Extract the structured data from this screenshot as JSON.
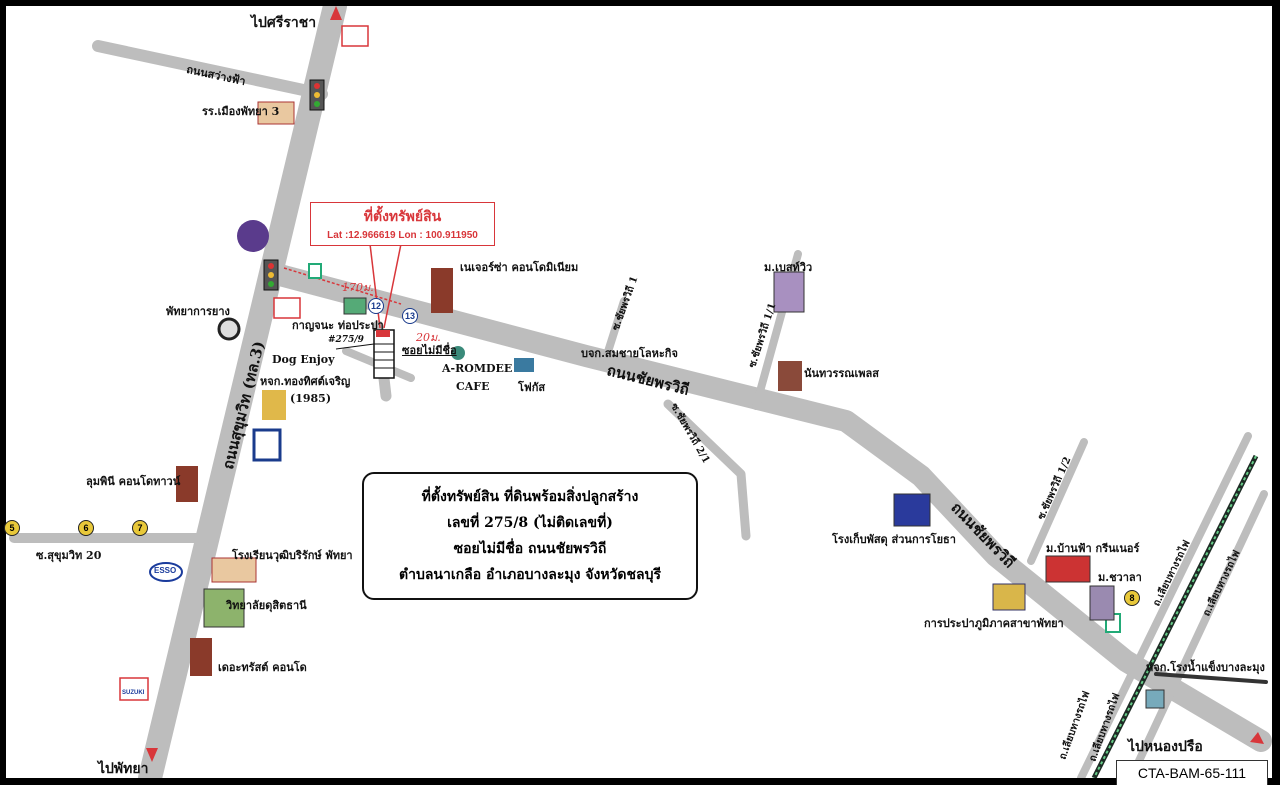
{
  "directions": {
    "north": "ไปศรีราชา",
    "south": "ไปพัทยา",
    "east": "ไปหนองปรือ"
  },
  "roads": {
    "sukhumvit": "ถนนสุขุมวิท (ทล.3)",
    "sawangfa": "ถนนสว่างฟ้า",
    "chaiyapruek": "ถนนชัยพรวิถี",
    "chaiyapruek2": "ถนนชัยพรวิถี",
    "soi1": "ซ.ชัยพรวิถี 1",
    "soi1_1": "ซ.ชัยพรวิถี 1/1",
    "soi2_1": "ซ.ชัยพรวิถี 2/1",
    "soi1_2": "ซ.ชัยพรวิถี 1/2",
    "sukhumvit20": "ซ.สุขุมวิท 20",
    "soi_unnamed": "ซอยไม่มีชื่อ",
    "rail1": "ถ.เลียบทางรถไฟ",
    "rail2": "ถ.เลียบทางรถไฟ",
    "rail3": "ถ.เลียบทางรถไฟ",
    "rail4": "ถ.เลียบทางรถไฟ"
  },
  "location": {
    "title": "ที่ตั้งทรัพย์สิน",
    "coords": "Lat :12.966619  Lon : 100.911950",
    "house_no": "#275/9",
    "dist_170": "170ม.",
    "dist_20": "20ม."
  },
  "landmarks": {
    "school3": "รร.เมืองพัทยา 3",
    "tyre": "พัทยาการยาง",
    "kanchana": "กาญจนะ ท่อประปา",
    "dog": "Dog Enjoy",
    "thongthit": "หจก.ทองทิศต์เจริญ",
    "thongthit_year": "(1985)",
    "nature": "เนเจอร์ซ่า คอนโดมิเนียม",
    "aromdee": "A-ROMDEE",
    "cafe": "CAFE",
    "focus": "โฟกัส",
    "sombat": "บจก.สมชายโลหะกิจ",
    "baan_view": "ม.เบสท์วิว",
    "nanthawan": "นันทวรรณเพลส",
    "lumpini": "ลุมพินี คอนโดทาวน์",
    "school_wut": "โรงเรียนวุฒิบริรักษ์ พัทยา",
    "college": "วิทยาลัยดุสิตธานี",
    "trust": "เดอะทรัสต์ คอนโด",
    "warehouse": "โรงเก็บพัสดุ ส่วนการโยธา",
    "baanfa": "ม.บ้านฟ้า กรีนเนอร์",
    "chawala": "ม.ชวาลา",
    "waterworks": "การประปาภูมิภาคสาขาพัทยา",
    "iceplant": "หจก.โรงน้ำแข็งบางละมุง",
    "esso": "ESSO",
    "suzuki": "SUZUKI"
  },
  "markers": [
    "5",
    "6",
    "7",
    "8",
    "12",
    "13"
  ],
  "address": {
    "line1": "ที่ตั้งทรัพย์สิน ที่ดินพร้อมสิ่งปลูกสร้าง",
    "line2": "เลขที่ 275/8 (ไม่ติดเลขที่)",
    "line3": "ซอยไม่มีชื่อ ถนนชัยพรวิถี",
    "line4": "ตำบลนาเกลือ อำเภอบางละมุง จังหวัดชลบุรี"
  },
  "code": "CTA-BAM-65-111",
  "colors": {
    "road": "#b9b9b9",
    "accent": "#d8363a",
    "rail": "#1d2b24"
  }
}
